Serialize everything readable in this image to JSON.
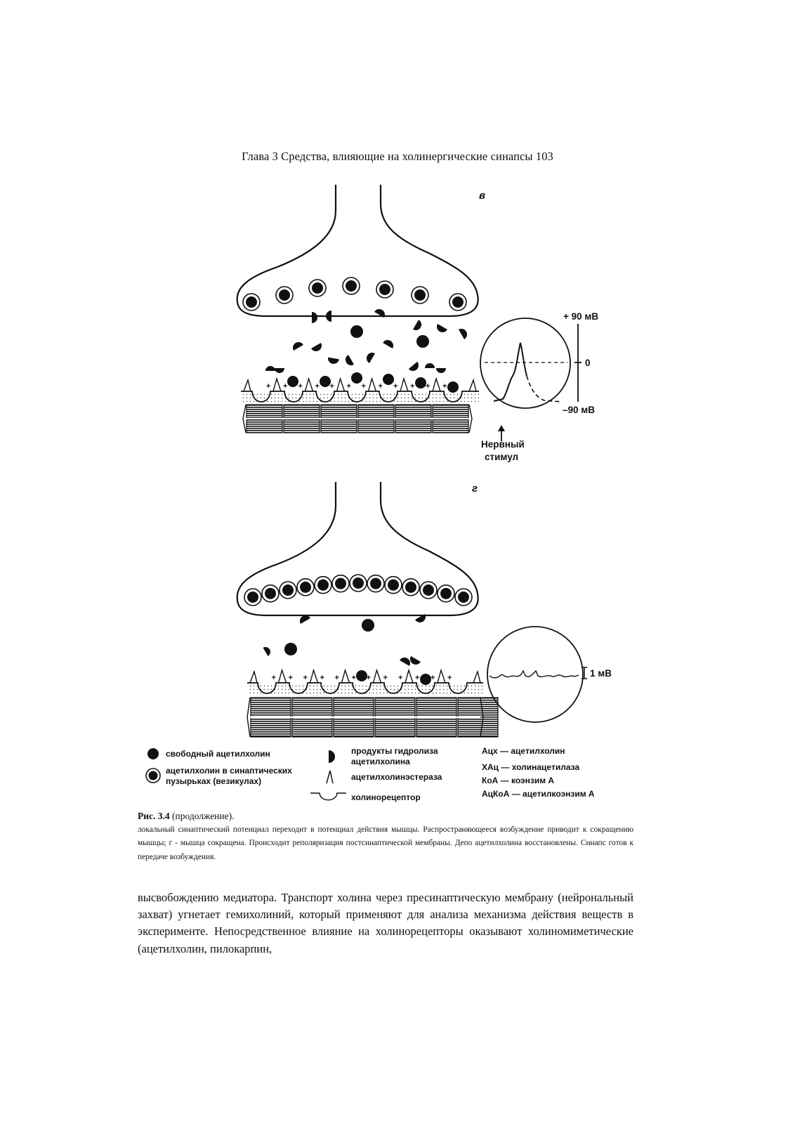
{
  "header": {
    "running_head": "Глава 3 Средства, влияющие на холинергические синапсы 103"
  },
  "figure": {
    "panel_v": {
      "letter": "в",
      "scale_top": "+ 90 мВ",
      "scale_zero": "0",
      "scale_bottom": "–90 мВ",
      "stimulus_line1": "Нервный",
      "stimulus_line2": "стимул"
    },
    "panel_g": {
      "letter": "г",
      "scale_label": "1 мВ"
    },
    "legend": {
      "free_ach": "свободный ацетилхолин",
      "vesicle_ach_line1": "ацетилхолин в синаптических",
      "vesicle_ach_line2": "пузырьках (везикулах)",
      "hydrolysis_line1": "продукты гидролиза",
      "hydrolysis_line2": "ацетилхолина",
      "esterase": "ацетилхолинэстераза",
      "receptor": "холинорецептор",
      "abbr1": "Ацх — ацетилхолин",
      "abbr2": "ХАц — холинацетилаза",
      "abbr3": "КоА — коэнзим А",
      "abbr4": "АцКоА — ацетилкоэнзим А"
    }
  },
  "caption": {
    "label": "Рис. 3.4",
    "label_suffix": " (продолжение).",
    "text": "локальный синаптический потенциал переходит в потенциал действия мышцы. Распространяющееся возбуждение приводит к сокращению мышцы; г - мышца сокращена. Происходит реполяризация постсинаптической мембраны. Депо ацетилхолина восстановлены. Синапс готов к передаче возбуждения."
  },
  "body": {
    "paragraph": "высвобождению медиатора. Транспорт холина через пресинаптическую мембрану (нейрональный захват) угнетает гемихолиний, который применяют для анализа механизма действия веществ в эксперименте. Непосредственное влияние на холинорецепторы оказывают холиномиметические (ацетилхолин, пилокарпин,"
  }
}
